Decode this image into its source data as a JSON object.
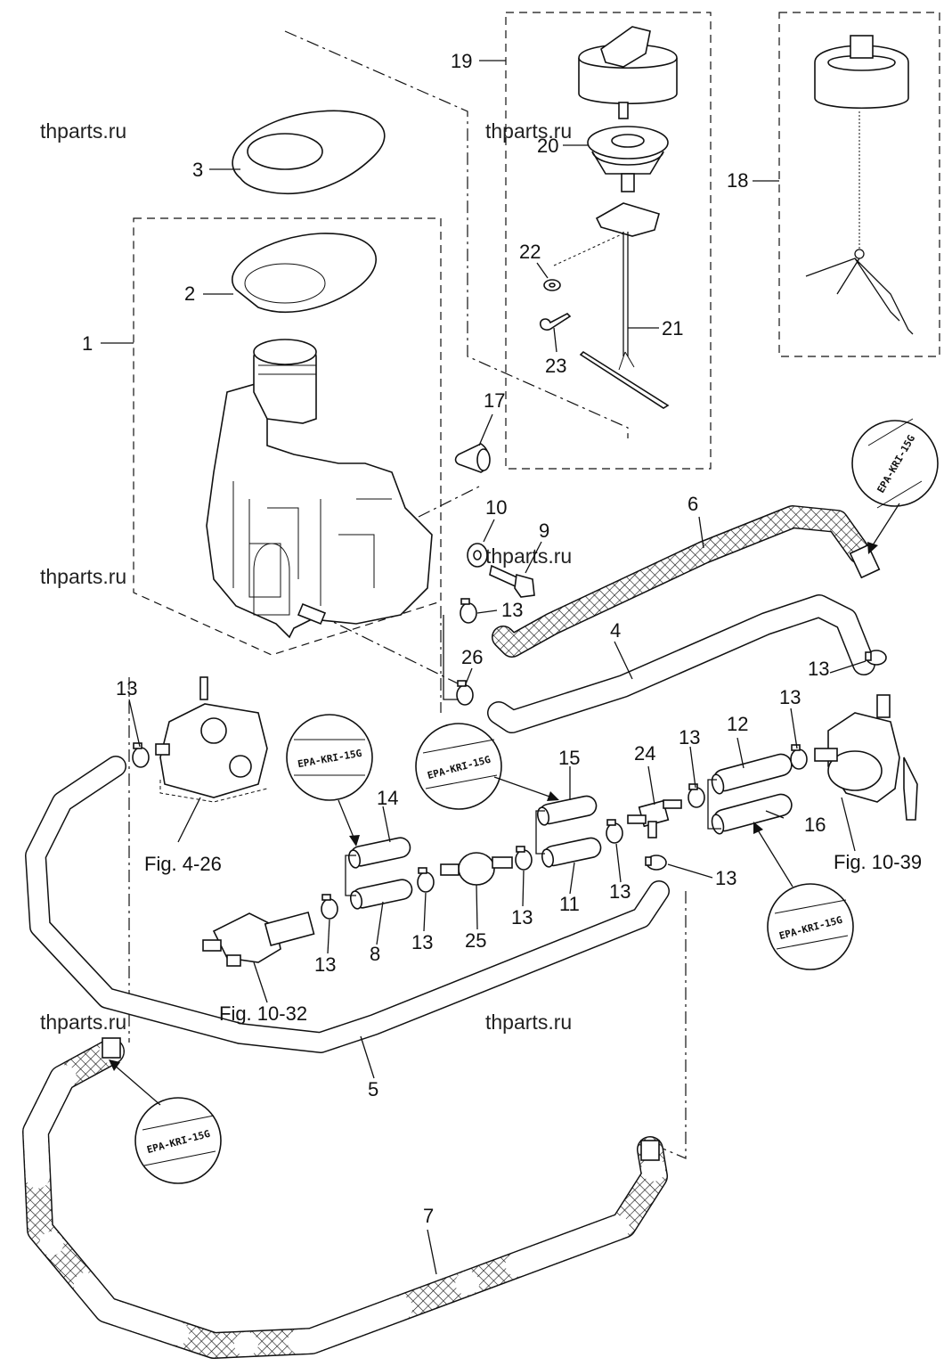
{
  "watermarks": [
    "thparts.ru",
    "thparts.ru",
    "thparts.ru",
    "thparts.ru",
    "thparts.ru",
    "thparts.ru"
  ],
  "callouts": {
    "p1": "1",
    "p2": "2",
    "p3": "3",
    "p4": "4",
    "p5": "5",
    "p6": "6",
    "p7": "7",
    "p8": "8",
    "p9": "9",
    "p10": "10",
    "p11": "11",
    "p12": "12",
    "p13": "13",
    "p14": "14",
    "p15": "15",
    "p16": "16",
    "p17": "17",
    "p18": "18",
    "p19": "19",
    "p20": "20",
    "p21": "21",
    "p22": "22",
    "p23": "23",
    "p24": "24",
    "p25": "25",
    "p26": "26"
  },
  "figure_refs": {
    "fig_4_26": "Fig. 4-26",
    "fig_10_39": "Fig. 10-39",
    "fig_10_32": "Fig. 10-32"
  },
  "hose_spec": "EPA-KRI-15G",
  "colors": {
    "line": "#111111",
    "background": "#ffffff"
  }
}
